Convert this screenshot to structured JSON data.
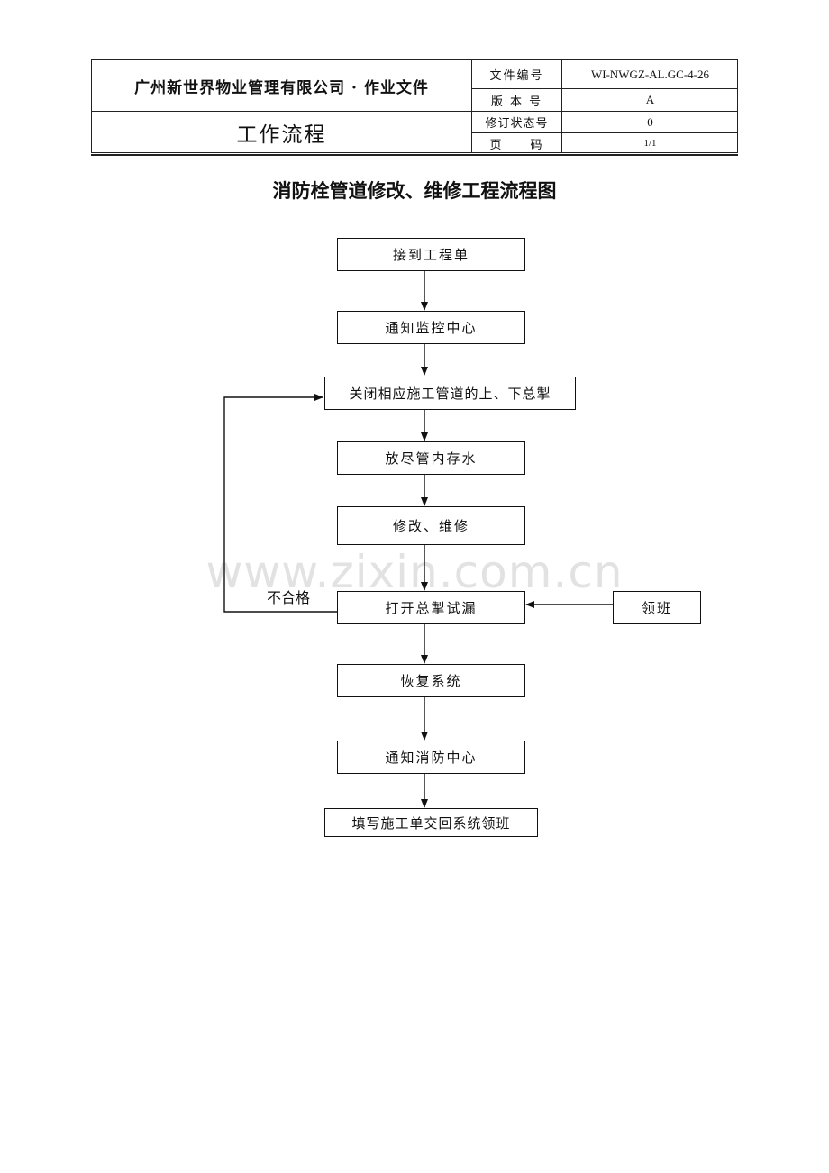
{
  "header": {
    "company": "广州新世界物业管理有限公司 · 作业文件",
    "doc_type": "工作流程",
    "fields": [
      {
        "label": "文件编号",
        "value": "WI-NWGZ-AL.GC-4-26"
      },
      {
        "label": "版 本 号",
        "value": "A"
      },
      {
        "label": "修订状态号",
        "value": "0"
      },
      {
        "label": "页　　码",
        "value": "1/1"
      }
    ]
  },
  "title": "消防栓管道修改、维修工程流程图",
  "watermark": "www.zixin.com.cn",
  "flow": {
    "steps": [
      "接到工程单",
      "通知监控中心",
      "关闭相应施工管道的上、下总掣",
      "放尽管内存水",
      "修改、维修",
      "打开总掣试漏",
      "恢复系统",
      "通知消防中心",
      "填写施工单交回系统领班"
    ],
    "side_node": "领班",
    "loop_label": "不合格"
  }
}
